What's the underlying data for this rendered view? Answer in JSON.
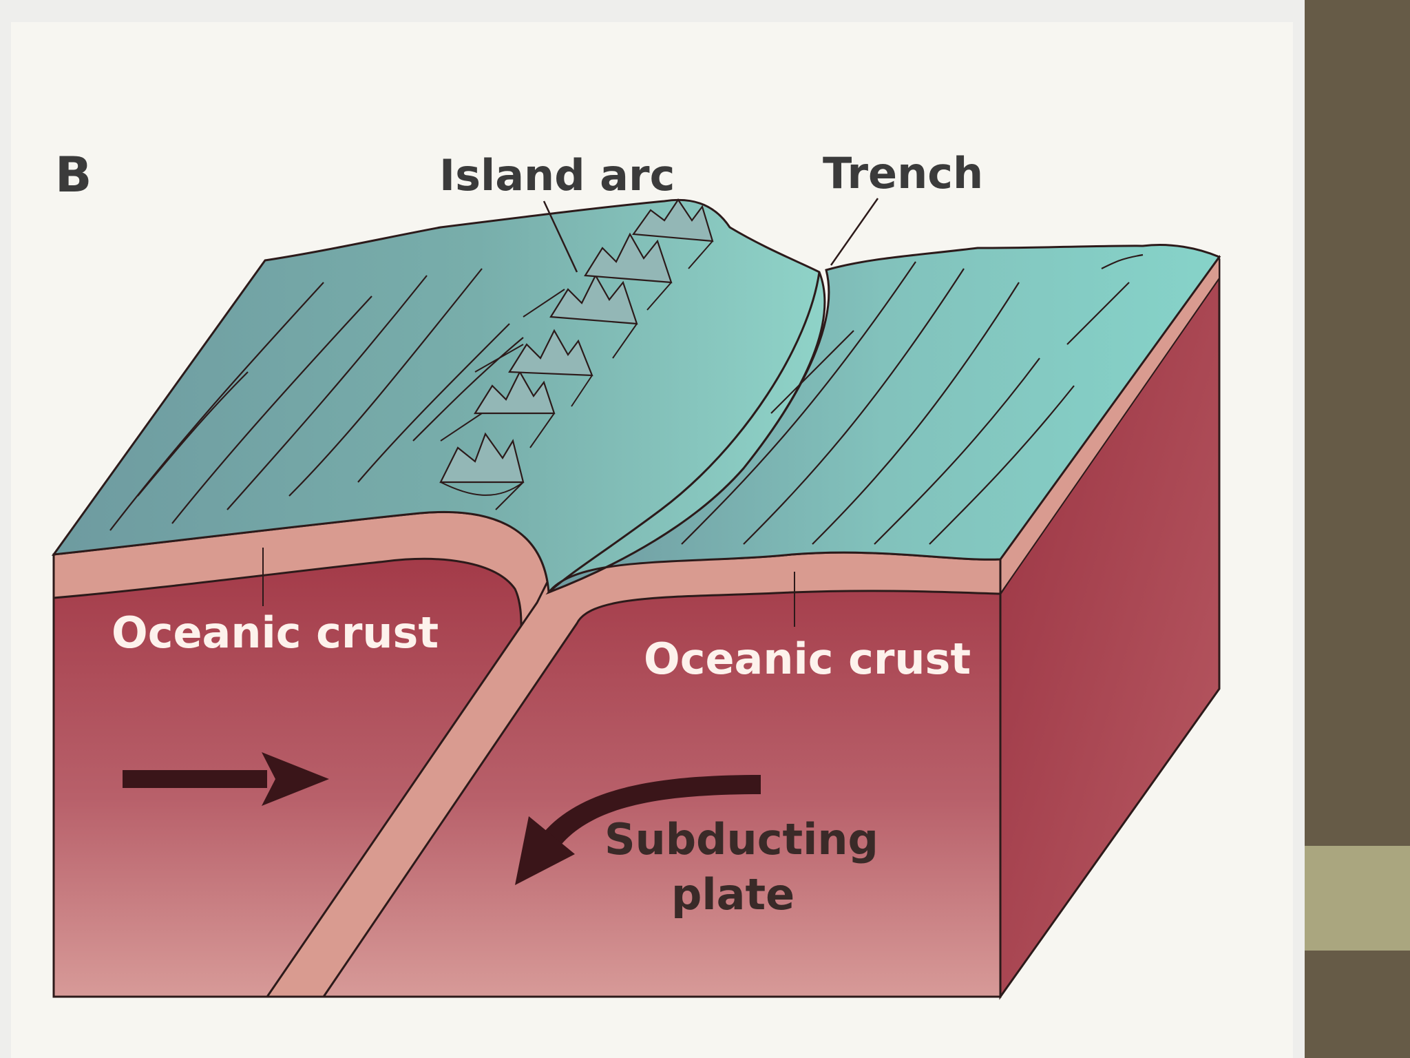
{
  "panel_letter": "B",
  "labels": {
    "island_arc": "Island arc",
    "trench": "Trench",
    "oceanic_crust_left": "Oceanic crust",
    "oceanic_crust_right": "Oceanic crust",
    "subducting_line1": "Subducting",
    "subducting_line2": "plate"
  },
  "colors": {
    "slide_background": "#eeeeec",
    "figure_background": "#f7f6f1",
    "side_panel": "#665b47",
    "side_accent": "#aaa67f",
    "ocean_surface": "#7fc3bb",
    "ocean_shade": "#6f9ea3",
    "crust": "#d99b90",
    "mantle": "#a8424f",
    "mantle_dark": "#8a2a3a",
    "arrow": "#3a1519",
    "label_light": "#fdf2ec",
    "label_dark": "#3a2a28"
  }
}
